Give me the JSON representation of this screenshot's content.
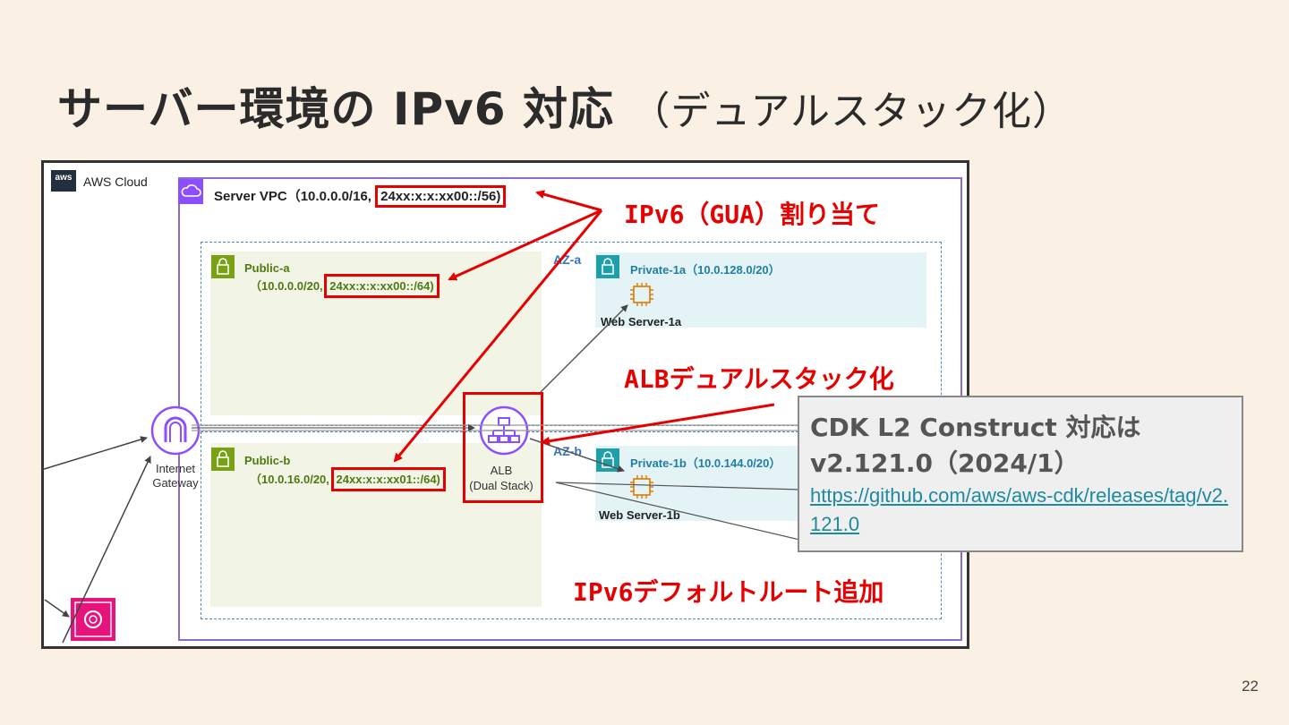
{
  "title": {
    "main": "サーバー環境の IPv6 対応",
    "sub": "（デュアルスタック化）"
  },
  "diagram": {
    "aws_logo": "aws",
    "aws_cloud_label": "AWS Cloud",
    "vpc": {
      "label_prefix": "Server VPC（10.0.0.0/16,",
      "label_ipv6": "24xx:x:x:xx00::/56)"
    },
    "az_a": "AZ-a",
    "az_b": "AZ-b",
    "public_a": {
      "name": "Public-a",
      "cidr": "（10.0.0.0/20,",
      "ipv6": "24xx:x:x:xx00::/64)"
    },
    "public_b": {
      "name": "Public-b",
      "cidr": "（10.0.16.0/20,",
      "ipv6": "24xx:x:x:xx01::/64)"
    },
    "private_1a": {
      "name": "Private-1a（10.0.128.0/20）",
      "server": "Web Server-1a"
    },
    "private_1b": {
      "name": "Private-1b（10.0.144.0/20）",
      "server": "Web Server-1b"
    },
    "igw": {
      "line1": "Internet",
      "line2": "Gateway"
    },
    "alb": {
      "line1": "ALB",
      "line2": "(Dual Stack)"
    }
  },
  "annotations": {
    "ipv6_gua": "IPv6（GUA）割り当て",
    "alb_dual": "ALBデュアルスタック化",
    "ipv6_route": "IPv6デフォルトルート追加"
  },
  "callout": {
    "title_line1": "CDK L2 Construct 対応は",
    "title_line2": "v2.121.0（2024/1）",
    "link": "https://github.com/aws/aws-cdk/releases/tag/v2.121.0"
  },
  "page_number": "22",
  "colors": {
    "background": "#fbf0e4",
    "accent_red": "#e60000",
    "vpc_purple": "#8c4fff",
    "public_green": "#7aa116",
    "private_teal": "#1f9fa8",
    "link": "#1d8aa0"
  }
}
